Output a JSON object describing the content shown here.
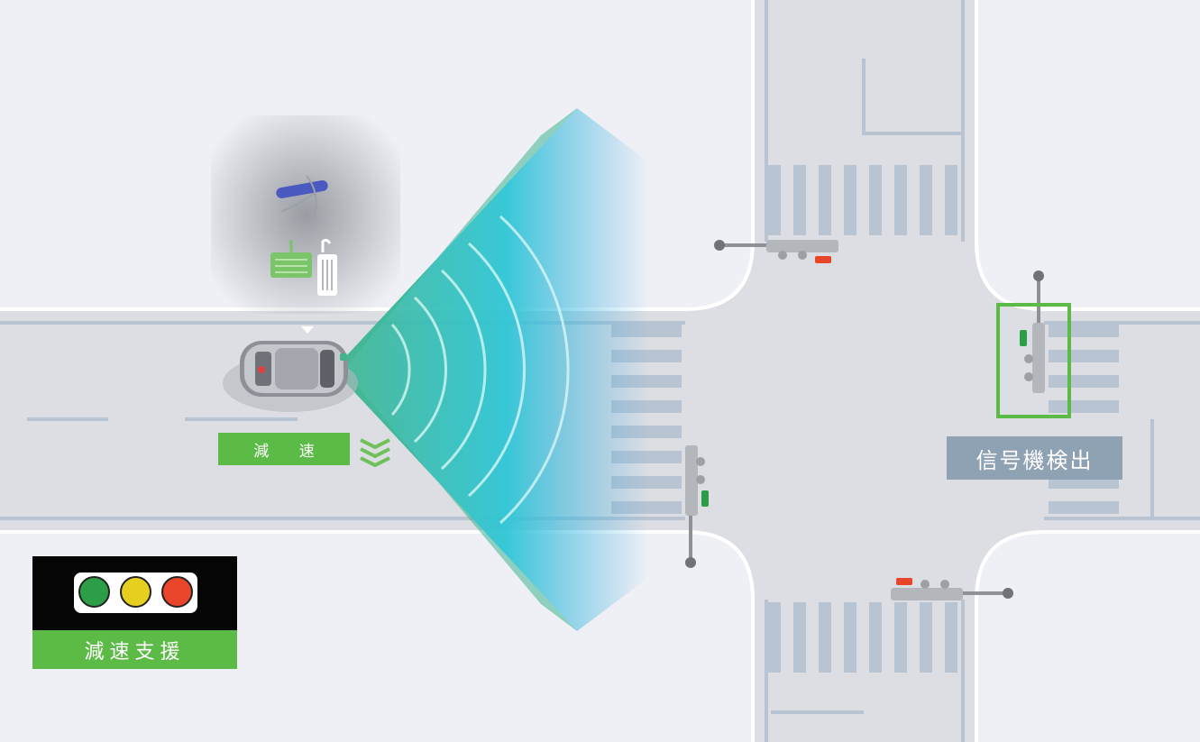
{
  "labels": {
    "decel": "減 速",
    "signal_detect": "信号機検出"
  },
  "legend": {
    "title": "減速支援",
    "lamps": [
      "green",
      "yellow",
      "red"
    ]
  },
  "colors": {
    "accent_green": "#5cba47",
    "sensor_cyan": "#2fc6d6",
    "sensor_teal": "#3fb58e",
    "detect_box": "#8fa2b4",
    "road": "#dcdee3",
    "ground": "#eef0f5",
    "lamp_green": "#2d9e48",
    "lamp_yellow": "#e6cf1e",
    "lamp_red": "#e8452a"
  },
  "icons": [
    "car-icon",
    "steering-icon",
    "pedal-icon",
    "traffic-light-icon",
    "chevron-down-icon"
  ]
}
